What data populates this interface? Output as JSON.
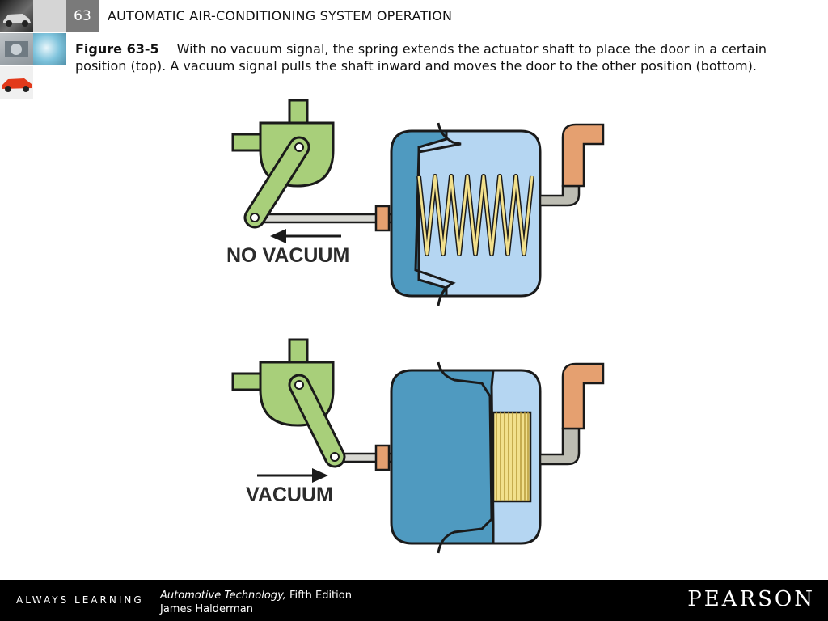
{
  "header": {
    "chapter_number": "63",
    "title": "AUTOMATIC AIR-CONDITIONING SYSTEM OPERATION"
  },
  "caption": {
    "label": "Figure 63-5",
    "text": "With no vacuum signal, the spring extends the actuator shaft to place the door in a certain position (top). A vacuum signal pulls the shaft inward and moves the door to the other position (bottom)."
  },
  "diagram": {
    "top_label": "NO VACUUM",
    "bottom_label": "VACUUM",
    "colors": {
      "lever": "#a8cf7a",
      "canister_dark": "#4f9ac0",
      "canister_light": "#b5d6f2",
      "spring": "#f2e08c",
      "hose": "#e5a070",
      "tube": "#bdbdb3"
    }
  },
  "footer": {
    "tagline": "ALWAYS LEARNING",
    "book_title": "Automotive Technology,",
    "edition": " Fifth Edition",
    "author": "James Halderman",
    "brand": "PEARSON"
  }
}
